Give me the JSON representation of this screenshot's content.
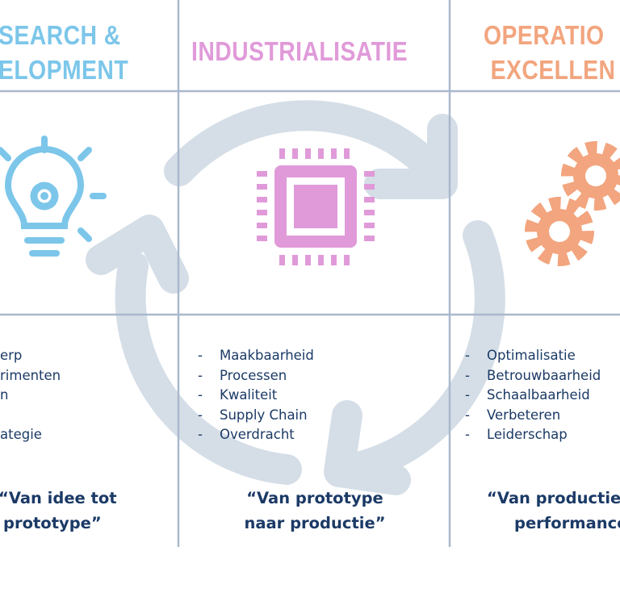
{
  "colors": {
    "rd": "#7cc6ea",
    "industrialisatie": "#e09ad9",
    "operational": "#f2a57e",
    "text": "#1b3a66",
    "grid": "#a9b8cc",
    "cycle_arrow": "#d5dee7"
  },
  "columns": [
    {
      "title_line1": "SEARCH &",
      "title_line2": "ELOPMENT",
      "icon": "lightbulb-gear-icon",
      "items": [
        "erp",
        "rimenten",
        "n",
        "ategie"
      ],
      "quote_line1": "“Van idee tot",
      "quote_line2": "prototype”"
    },
    {
      "title_line1": "INDUSTRIALISATIE",
      "icon": "chip-icon",
      "items": [
        "Maakbaarheid",
        "Processen",
        "Kwaliteit",
        "Supply Chain",
        "Overdracht"
      ],
      "quote_line1": "“Van prototype",
      "quote_line2": "naar productie”"
    },
    {
      "title_line1": "OPERATIO",
      "title_line2": "EXCELLEN",
      "icon": "gears-icon",
      "items": [
        "Optimalisatie",
        "Betrouwbaarheid",
        "Schaalbaarheid",
        "Verbeteren",
        "Leiderschap"
      ],
      "quote_line1": "“Van productie",
      "quote_line2": "performance"
    }
  ],
  "dash": "-"
}
